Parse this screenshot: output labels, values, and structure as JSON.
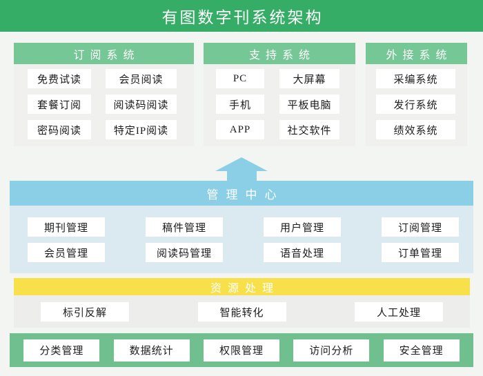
{
  "title": "有图数字刊系统架构",
  "top_sections": [
    {
      "header": "订阅系统",
      "items": [
        "免费试读",
        "会员阅读",
        "套餐订阅",
        "阅读码阅读",
        "密码阅读",
        "特定IP阅读"
      ]
    },
    {
      "header": "支持系统",
      "items": [
        "PC",
        "大屏幕",
        "手机",
        "平板电脑",
        "APP",
        "社交软件"
      ]
    },
    {
      "header": "外接系统",
      "items": [
        "采编系统",
        "发行系统",
        "绩效系统"
      ]
    }
  ],
  "management_center": {
    "header": "管理中心",
    "items": [
      "期刊管理",
      "稿件管理",
      "用户管理",
      "订阅管理",
      "会员管理",
      "阅读码管理",
      "语音处理",
      "订单管理"
    ]
  },
  "resource_processing": {
    "header": "资源处理",
    "items": [
      "标引反解",
      "智能转化",
      "人工处理"
    ]
  },
  "bottom_bar": {
    "items": [
      "分类管理",
      "数据统计",
      "权限管理",
      "访问分析",
      "安全管理"
    ]
  },
  "colors": {
    "title_bar_green": "#35AD67",
    "panel_header_green": "#75C795",
    "panel_body_gray": "#F0F0EE",
    "arrow_blue": "#8BCFE6",
    "management_body_blue": "#DBE9F1",
    "resource_yellow": "#F8E04B",
    "resource_body_gray": "#EDEDEB",
    "bottom_bar_green": "#6FC08E",
    "page_background": "#F3F5F2",
    "node_background": "#FFFFFF",
    "node_text": "#1C1C1C"
  }
}
